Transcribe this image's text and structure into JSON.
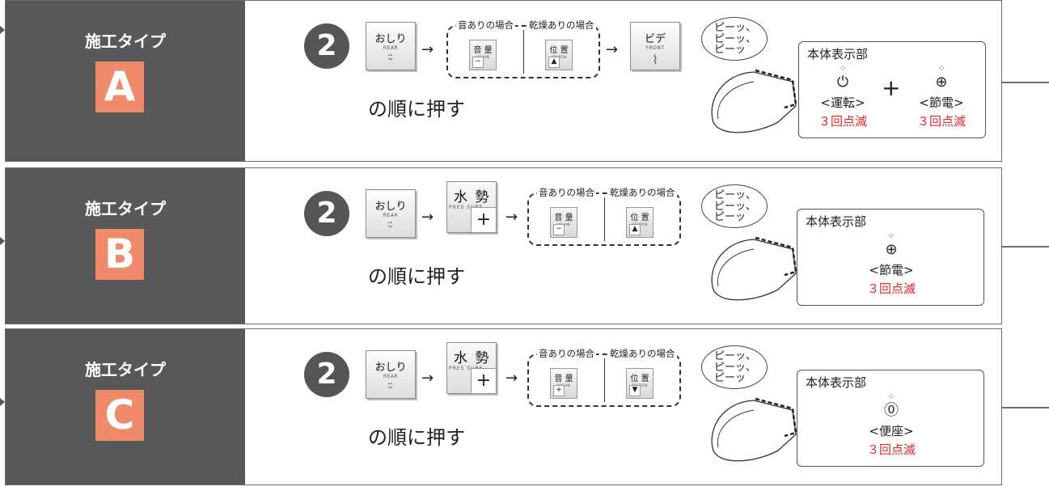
{
  "type_label": "施工タイプ",
  "instruction": "の順に押す",
  "step_number": "2",
  "bubble_text": "ピーッ、\nピーッ、\nピーッ",
  "panel_title": "本体表示部",
  "blink_text": "３回点滅",
  "buttons": {
    "oshiri": {
      "main": "おしり",
      "sub": "REAR"
    },
    "bide": {
      "main": "ビデ",
      "sub": "FRONT"
    },
    "pressure": {
      "main": "水 勢",
      "sub": "PRES SURE",
      "sym": "+"
    },
    "volume": {
      "main": "音 量",
      "sub": "VOLUME"
    },
    "position": {
      "main": "位 置",
      "sub": "POSITION"
    }
  },
  "captions": {
    "sound": "音ありの場合",
    "dry": "乾燥ありの場合"
  },
  "rows": [
    {
      "letter": "A",
      "volume_sym": "−",
      "position_sym": "▲",
      "indicators": [
        {
          "name": "<運転>",
          "icon": "⏻"
        },
        {
          "name": "<節電>",
          "icon": "⊕"
        }
      ]
    },
    {
      "letter": "B",
      "volume_sym": "−",
      "position_sym": "▲",
      "indicators": [
        {
          "name": "<節電>",
          "icon": "⊕"
        }
      ]
    },
    {
      "letter": "C",
      "volume_sym": "+",
      "position_sym": "▼",
      "indicators": [
        {
          "name": "<便座>",
          "icon": "⓪"
        }
      ]
    }
  ]
}
